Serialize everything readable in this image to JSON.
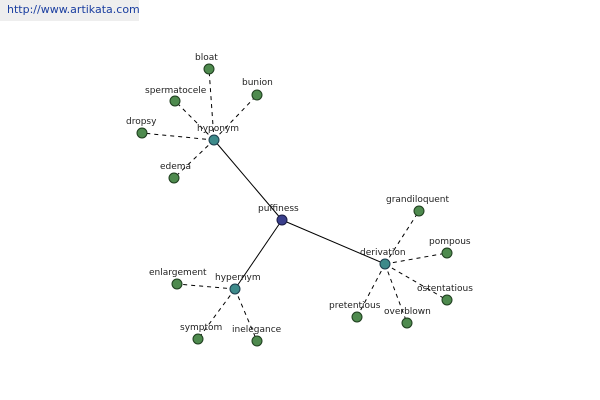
{
  "source": {
    "url": "http://www.artikata.com"
  },
  "graph": {
    "center": {
      "label": "puffiness"
    },
    "relations": [
      {
        "label": "hyponym",
        "terms": [
          "bloat",
          "spermatocele",
          "bunion",
          "dropsy",
          "edema"
        ]
      },
      {
        "label": "derivation",
        "terms": [
          "grandiloquent",
          "pompous",
          "ostentatious",
          "overblown",
          "pretentious"
        ]
      },
      {
        "label": "hypernym",
        "terms": [
          "enlargement",
          "symptom",
          "inelegance"
        ]
      }
    ]
  },
  "colors": {
    "leaf_node": "#4e8a4e",
    "relation_node": "#3d8a8a",
    "center_node": "#3a3f8c",
    "edge": "#000000",
    "source_bar": "#eeeeee",
    "source_text": "#1a3ea0"
  }
}
